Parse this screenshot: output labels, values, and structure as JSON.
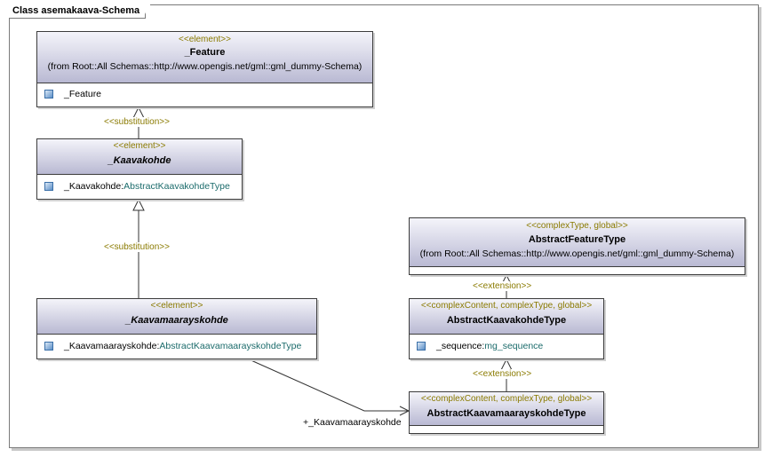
{
  "diagram": {
    "title": "Class asemakaava-Schema"
  },
  "classes": {
    "feature": {
      "stereotype": "<<element>>",
      "name": "_Feature",
      "from": "(from Root::All Schemas::http://www.opengis.net/gml::gml_dummy-Schema)",
      "attribute": {
        "name": "_Feature",
        "type": ""
      }
    },
    "kaavakohde": {
      "stereotype": "<<element>>",
      "name": "_Kaavakohde",
      "attribute": {
        "name": "_Kaavakohde:",
        "type": "AbstractKaavakohdeType"
      }
    },
    "kaavamaarayskohde": {
      "stereotype": "<<element>>",
      "name": "_Kaavamaarayskohde",
      "attribute": {
        "name": "_Kaavamaarayskohde:",
        "type": "AbstractKaavamaarayskohdeType"
      }
    },
    "abstract_feature_type": {
      "stereotype": "<<complexType, global>>",
      "name": "AbstractFeatureType",
      "from": "(from Root::All Schemas::http://www.opengis.net/gml::gml_dummy-Schema)"
    },
    "abstract_kaavakohde_type": {
      "stereotype": "<<complexContent, complexType, global>>",
      "name": "AbstractKaavakohdeType",
      "attribute": {
        "name": "_sequence:",
        "type": "mg_sequence"
      }
    },
    "abstract_kaavamaarayskohde_type": {
      "stereotype": "<<complexContent, complexType, global>>",
      "name": "AbstractKaavamaarayskohdeType"
    }
  },
  "relations": {
    "substitution_1": "<<substitution>>",
    "substitution_2": "<<substitution>>",
    "extension_1": "<<extension>>",
    "extension_2": "<<extension>>",
    "association_role": "+_Kaavamaarayskohde"
  }
}
